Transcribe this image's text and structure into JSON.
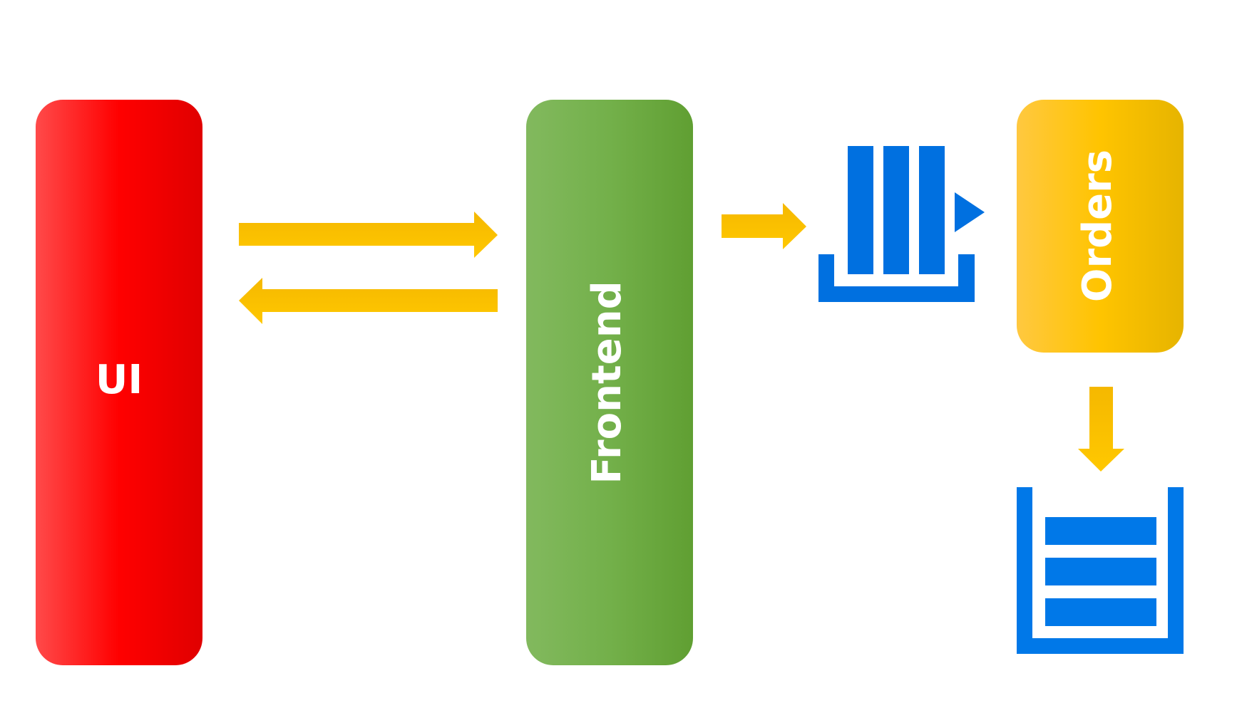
{
  "nodes": {
    "ui": {
      "label": "UI"
    },
    "frontend": {
      "label": "Frontend"
    },
    "orders": {
      "label": "Orders"
    },
    "queue": {
      "icon": "message-queue-icon"
    },
    "database": {
      "icon": "stacked-storage-icon"
    }
  },
  "edges": [
    {
      "from": "ui",
      "to": "frontend",
      "icon": "arrow-right-icon"
    },
    {
      "from": "frontend",
      "to": "ui",
      "icon": "arrow-left-icon"
    },
    {
      "from": "frontend",
      "to": "queue",
      "icon": "arrow-right-icon"
    },
    {
      "from": "orders",
      "to": "database",
      "icon": "arrow-down-icon"
    }
  ],
  "colors": {
    "ui_red": "#ff0000",
    "frontend_green": "#6aa83a",
    "orders_yellow": "#ffc000",
    "arrow_yellow": "#ffc000",
    "icon_blue": "#0070e0"
  }
}
